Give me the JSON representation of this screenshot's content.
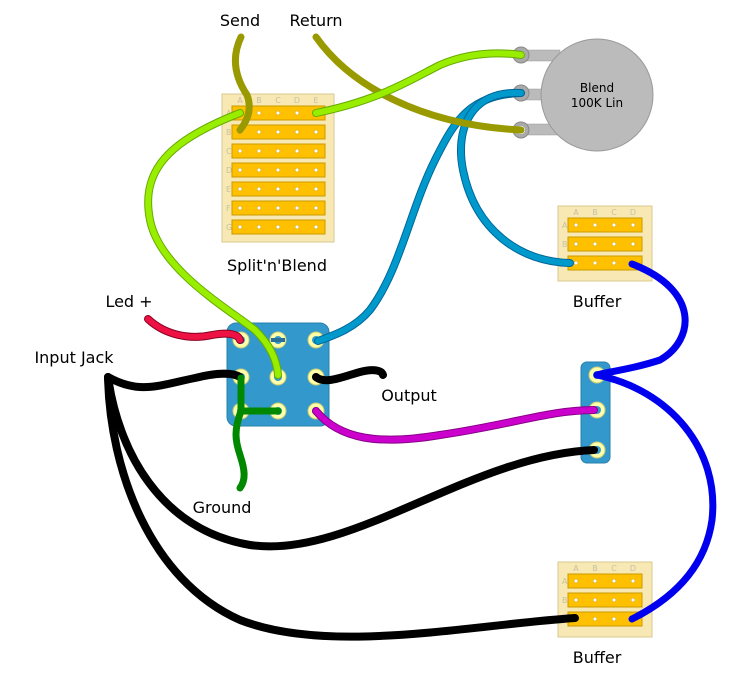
{
  "title": "Split'n'Blend wiring diagram",
  "colors": {
    "background": "#ffffff",
    "board": "#f8e8b4",
    "board_border": "#d8c890",
    "strip": "#ffc000",
    "strip_border": "#c89a00",
    "switch_body": "#3399cc",
    "pin_ring": "#ffffaa",
    "pot_body": "#bbbbbb",
    "wire_olive": "#999900",
    "wire_lime": "#99ee00",
    "wire_cyan": "#0099cc",
    "wire_red": "#ee1144",
    "wire_black": "#000000",
    "wire_green": "#009900",
    "wire_magenta": "#cc00cc",
    "wire_blue": "#0000ee"
  },
  "labels": {
    "send": "Send",
    "return": "Return",
    "split_n_blend": "Split'n'Blend",
    "buffer_top": "Buffer",
    "buffer_bottom": "Buffer",
    "led_plus": "Led +",
    "input_jack": "Input Jack",
    "output": "Output",
    "ground": "Ground"
  },
  "pot": {
    "name": "Blend",
    "value": "100K Lin",
    "lugs": 3
  },
  "boards": {
    "split_n_blend": {
      "columns": [
        "A",
        "B",
        "C",
        "D",
        "E"
      ],
      "rows": [
        "A",
        "B",
        "C",
        "D",
        "E",
        "F",
        "G"
      ]
    },
    "buffer_top": {
      "columns": [
        "A",
        "B",
        "C",
        "D"
      ],
      "rows": [
        "A",
        "B",
        "C"
      ]
    },
    "buffer_bottom": {
      "columns": [
        "A",
        "B",
        "C",
        "D"
      ],
      "rows": [
        "A",
        "B",
        "C"
      ]
    }
  },
  "footswitch": {
    "type": "3PDT",
    "pins": 9
  },
  "jack": {
    "type": "3-lug strip",
    "pins": 3
  },
  "wires": [
    {
      "id": "send",
      "color": "olive",
      "from": "Send",
      "to": "Split'n'Blend B-A"
    },
    {
      "id": "return",
      "color": "olive",
      "from": "Return",
      "to": "Blend lug 3"
    },
    {
      "id": "snb-to-pot",
      "color": "lime",
      "from": "Split'n'Blend A-E",
      "to": "Blend lug 1"
    },
    {
      "id": "snb-to-switch",
      "color": "lime",
      "from": "Split'n'Blend A-A",
      "to": "Footswitch center"
    },
    {
      "id": "pot-to-switch",
      "color": "cyan",
      "from": "Blend lug 2",
      "to": "Footswitch top-right"
    },
    {
      "id": "pot-to-buffer",
      "color": "cyan",
      "from": "Blend lug 2",
      "to": "Buffer C-A"
    },
    {
      "id": "led",
      "color": "red",
      "from": "Led +",
      "to": "Footswitch top-left"
    },
    {
      "id": "input",
      "color": "black",
      "from": "Input Jack",
      "to": "Footswitch middle-left"
    },
    {
      "id": "output",
      "color": "black",
      "from": "Footswitch middle-right",
      "to": "Output"
    },
    {
      "id": "ground",
      "color": "green",
      "from": "Footswitch",
      "to": "Ground"
    },
    {
      "id": "switch-to-jack",
      "color": "magenta",
      "from": "Footswitch bottom-right",
      "to": "Jack pin 2"
    },
    {
      "id": "input-to-jack",
      "color": "black",
      "from": "Input Jack",
      "to": "Jack pin 3"
    },
    {
      "id": "input-to-buffer2",
      "color": "black",
      "from": "Input Jack",
      "to": "Buffer bottom C-A"
    },
    {
      "id": "buffer1-to-jack",
      "color": "blue",
      "from": "Buffer top C-D",
      "to": "Jack pin 1"
    },
    {
      "id": "jack-to-buffer2",
      "color": "blue",
      "from": "Jack pin 1",
      "to": "Buffer bottom C-D"
    }
  ]
}
